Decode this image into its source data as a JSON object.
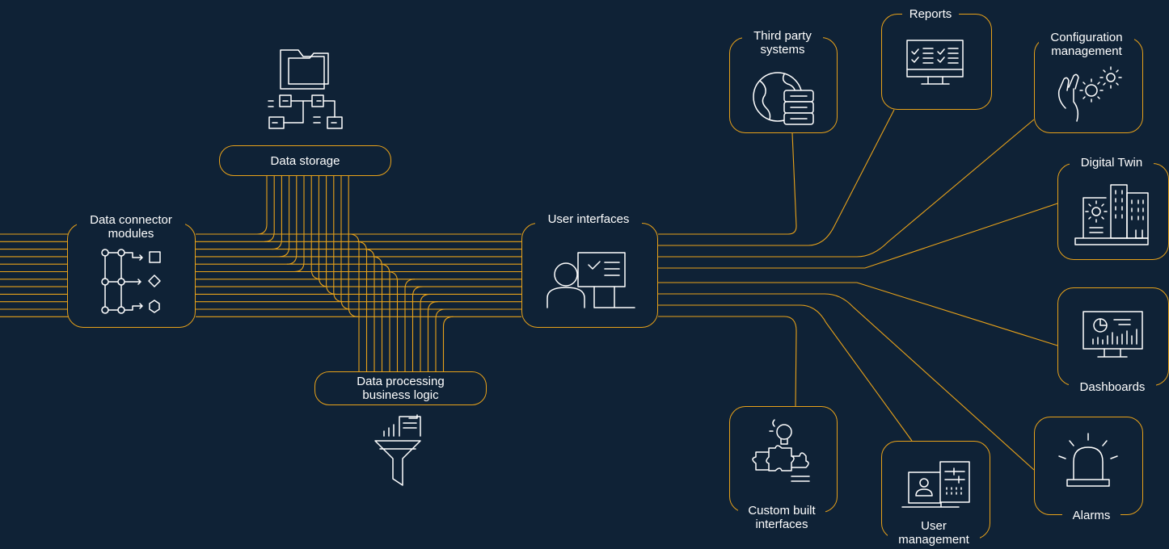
{
  "diagram": {
    "accent_color": "#e8a21a",
    "background_color": "#0f2236",
    "nodes": {
      "data_connector": {
        "label": "Data connector\nmodules",
        "icon": "node-tree-shapes-icon"
      },
      "data_storage": {
        "label": "Data storage",
        "icon": "folder-hierarchy-icon"
      },
      "data_processing": {
        "label": "Data processing\nbusiness logic",
        "icon": "funnel-chart-icon"
      },
      "user_interfaces": {
        "label": "User interfaces",
        "icon": "user-at-screen-icon"
      },
      "third_party": {
        "label": "Third party\nsystems",
        "icon": "globe-server-icon"
      },
      "reports": {
        "label": "Reports",
        "icon": "monitor-checklist-icon"
      },
      "configuration": {
        "label": "Configuration\nmanagement",
        "icon": "hand-gears-icon"
      },
      "digital_twin": {
        "label": "Digital Twin",
        "icon": "laptop-building-icon"
      },
      "dashboards": {
        "label": "Dashboards",
        "icon": "monitor-charts-icon"
      },
      "alarms": {
        "label": "Alarms",
        "icon": "siren-icon"
      },
      "user_management": {
        "label": "User\nmanagement",
        "icon": "user-profile-settings-icon"
      },
      "custom_built": {
        "label": "Custom built\ninterfaces",
        "icon": "puzzle-lightbulb-icon"
      }
    }
  }
}
